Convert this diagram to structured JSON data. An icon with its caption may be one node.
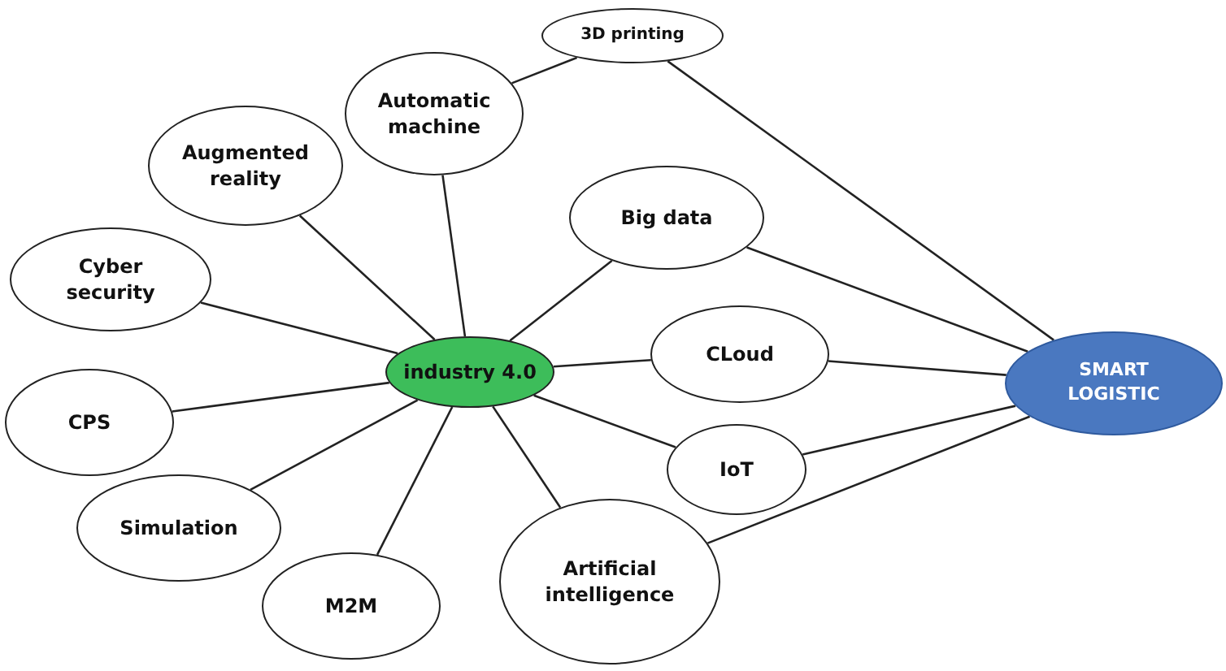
{
  "diagram": {
    "nodes": [
      {
        "text": [
          "industry 4.0"
        ]
      },
      {
        "text": [
          "3D printing"
        ]
      },
      {
        "text": [
          "Automatic machine"
        ]
      },
      {
        "text": [
          "Augmented reality"
        ]
      },
      {
        "text": [
          "Big data"
        ]
      },
      {
        "text": [
          "Cyber security"
        ]
      },
      {
        "text": [
          "CLoud"
        ]
      },
      {
        "text": [
          "SMART LOGISTIC"
        ]
      },
      {
        "text": [
          "CPS"
        ]
      },
      {
        "text": [
          "IoT"
        ]
      },
      {
        "text": [
          "Simulation"
        ]
      },
      {
        "text": [
          "M2M"
        ]
      },
      {
        "text": [
          "Artificial intelligence"
        ]
      }
    ],
    "edges": [
      {
        "from": 0,
        "to": 2,
        "arrow": "none"
      },
      {
        "from": 0,
        "to": 3,
        "arrow": "none"
      },
      {
        "from": 0,
        "to": 4,
        "arrow": "none"
      },
      {
        "from": 0,
        "to": 5,
        "arrow": "none"
      },
      {
        "from": 0,
        "to": 6,
        "arrow": "none"
      },
      {
        "from": 0,
        "to": 8,
        "arrow": "none"
      },
      {
        "from": 0,
        "to": 9,
        "arrow": "none"
      },
      {
        "from": 0,
        "to": 10,
        "arrow": "none"
      },
      {
        "from": 0,
        "to": 11,
        "arrow": "none"
      },
      {
        "from": 0,
        "to": 12,
        "arrow": "none"
      },
      {
        "from": 2,
        "to": 1,
        "arrow": "none"
      },
      {
        "from": 1,
        "to": 7,
        "arrow": "none"
      },
      {
        "from": 4,
        "to": 7,
        "arrow": "none"
      },
      {
        "from": 6,
        "to": 7,
        "arrow": "none"
      },
      {
        "from": 9,
        "to": 7,
        "arrow": "none"
      },
      {
        "from": 12,
        "to": 7,
        "arrow": "none"
      }
    ]
  }
}
